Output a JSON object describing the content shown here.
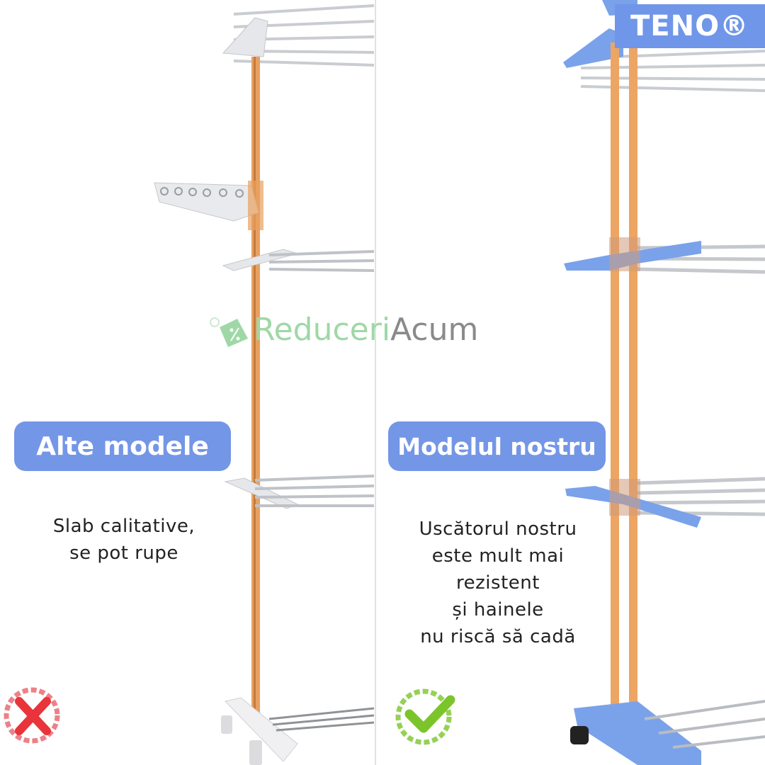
{
  "brand_logo": "TENO®",
  "watermark": {
    "part1": "Reduceri",
    "part2": "Acum"
  },
  "left": {
    "label": "Alte modele",
    "description_lines": [
      "Slab calitative,",
      "se pot rupe"
    ],
    "status_icon": "red-x-icon"
  },
  "right": {
    "label": "Modelul nostru",
    "description_lines": [
      "Uscătorul nostru",
      "este mult mai",
      "rezistent",
      "și hainele",
      "nu riscă să cadă"
    ],
    "status_icon": "green-check-icon"
  },
  "colors": {
    "accent_blue": "#7496e6",
    "pole_orange": "#e8a060",
    "rack_blue": "#7aa2ea",
    "cross_red": "#e8343a",
    "check_green": "#7cc42c"
  }
}
